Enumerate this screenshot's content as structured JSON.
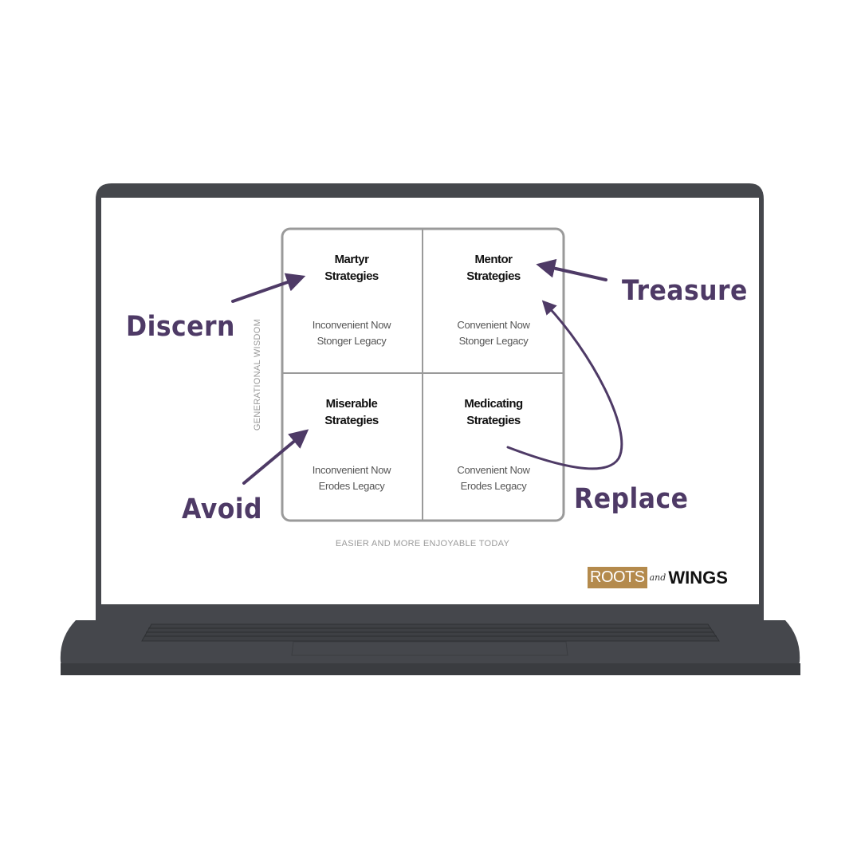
{
  "diagram": {
    "quadrants": [
      {
        "title_1": "Martyr",
        "title_2": "Strategies",
        "line_1": "Inconvenient Now",
        "line_2": "Stonger Legacy"
      },
      {
        "title_1": "Mentor",
        "title_2": "Strategies",
        "line_1": "Convenient Now",
        "line_2": "Stonger Legacy"
      },
      {
        "title_1": "Miserable",
        "title_2": "Strategies",
        "line_1": "Inconvenient Now",
        "line_2": "Erodes Legacy"
      },
      {
        "title_1": "Medicating",
        "title_2": "Strategies",
        "line_1": "Convenient Now",
        "line_2": "Erodes Legacy"
      }
    ],
    "y_axis_label": "GENERATIONAL WISDOM",
    "x_axis_label": "EASIER AND MORE ENJOYABLE TODAY",
    "actions": {
      "discern": "Discern",
      "treasure": "Treasure",
      "avoid": "Avoid",
      "replace": "Replace"
    }
  },
  "logo": {
    "roots": "ROOTS",
    "and": "and",
    "wings": "WINGS"
  },
  "colors": {
    "accent": "#4e3a66",
    "logo_gold": "#b48a4c",
    "laptop": "#45474c"
  }
}
